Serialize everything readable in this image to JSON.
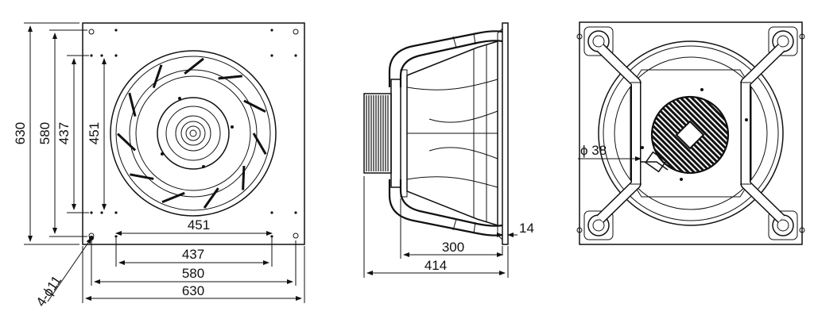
{
  "front_view": {
    "dims": {
      "v630": "630",
      "v580": "580",
      "v437": "437",
      "v451": "451",
      "h451": "451",
      "h437": "437",
      "h580": "580",
      "h630": "630",
      "holes": "4-ϕ11"
    }
  },
  "side_view": {
    "dims": {
      "flange": "14",
      "depth_300": "300",
      "depth_414": "414"
    }
  },
  "rear_view": {
    "dims": {
      "motor_dia": "ϕ 38"
    }
  }
}
